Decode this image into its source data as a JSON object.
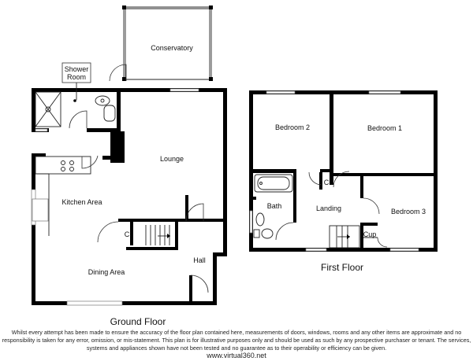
{
  "rooms": {
    "conservatory": "Conservatory",
    "shower_room_1": "Shower",
    "shower_room_2": "Room",
    "lounge": "Lounge",
    "kitchen_area": "Kitchen Area",
    "dining_area": "Dining Area",
    "hall": "Hall",
    "cupboard_ground": "C",
    "bedroom_1": "Bedroom 1",
    "bedroom_2": "Bedroom 2",
    "bedroom_3": "Bedroom 3",
    "bath": "Bath",
    "landing": "Landing",
    "cupboard_first": "C",
    "cup": "Cup"
  },
  "floors": {
    "ground": "Ground Floor",
    "first": "First Floor"
  },
  "footer": {
    "disclaimer": "Whilst every attempt has been made to ensure the accuracy of the floor plan contained here, measurements of doors, windows, rooms and any other items are approximate and no responsibility is taken for any error, omission, or mis-statement. This plan is for illustrative purposes only and should be used as such by any prospective purchaser or tenant. The services, systems and appliances shown have not been tested and no guarantee as to their operability or efficiency can be given.",
    "website": "www.virtual360.net"
  },
  "colors": {
    "wall": "#000000",
    "background": "#ffffff"
  }
}
